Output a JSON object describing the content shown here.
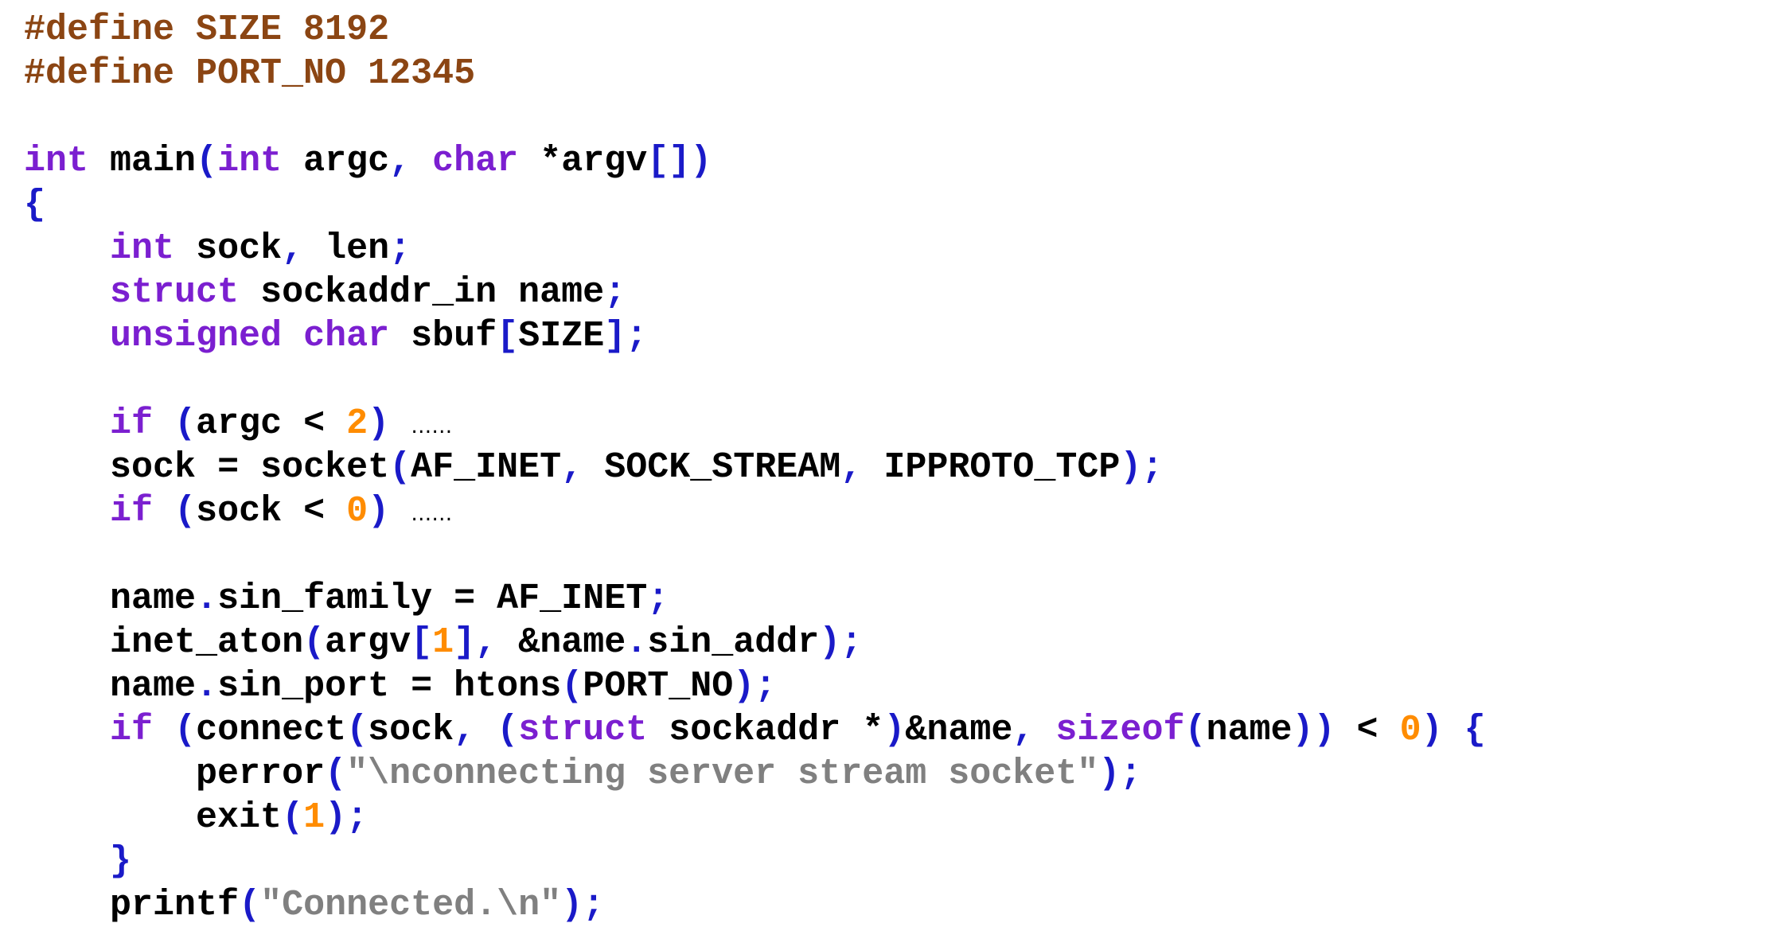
{
  "colors": {
    "pre": "#8B4513",
    "kw": "#7B1FD0",
    "num": "#FF8C00",
    "str": "#808080",
    "pun": "#1A1AC8",
    "text": "#000000",
    "background": "#ffffff"
  },
  "code_lines": [
    [
      [
        "pre",
        "#define SIZE 8192"
      ]
    ],
    [
      [
        "pre",
        "#define PORT_NO 12345"
      ]
    ],
    [],
    [
      [
        "kw",
        "int"
      ],
      [
        "ws",
        " "
      ],
      [
        "fn",
        "main"
      ],
      [
        "pun",
        "("
      ],
      [
        "kw",
        "int"
      ],
      [
        "ws",
        " "
      ],
      [
        "id",
        "argc"
      ],
      [
        "pun",
        ","
      ],
      [
        "ws",
        " "
      ],
      [
        "kw",
        "char"
      ],
      [
        "ws",
        " "
      ],
      [
        "op",
        "*"
      ],
      [
        "id",
        "argv"
      ],
      [
        "pun",
        "[])"
      ]
    ],
    [
      [
        "pun",
        "{"
      ]
    ],
    [
      [
        "ws",
        "    "
      ],
      [
        "kw",
        "int"
      ],
      [
        "ws",
        " "
      ],
      [
        "id",
        "sock"
      ],
      [
        "pun",
        ","
      ],
      [
        "ws",
        " "
      ],
      [
        "id",
        "len"
      ],
      [
        "pun",
        ";"
      ]
    ],
    [
      [
        "ws",
        "    "
      ],
      [
        "kw",
        "struct"
      ],
      [
        "ws",
        " "
      ],
      [
        "id",
        "sockaddr_in"
      ],
      [
        "ws",
        " "
      ],
      [
        "id",
        "name"
      ],
      [
        "pun",
        ";"
      ]
    ],
    [
      [
        "ws",
        "    "
      ],
      [
        "kw",
        "unsigned"
      ],
      [
        "ws",
        " "
      ],
      [
        "kw",
        "char"
      ],
      [
        "ws",
        " "
      ],
      [
        "id",
        "sbuf"
      ],
      [
        "pun",
        "["
      ],
      [
        "id",
        "SIZE"
      ],
      [
        "pun",
        "];"
      ]
    ],
    [],
    [
      [
        "ws",
        "    "
      ],
      [
        "kw",
        "if"
      ],
      [
        "ws",
        " "
      ],
      [
        "pun",
        "("
      ],
      [
        "id",
        "argc"
      ],
      [
        "ws",
        " "
      ],
      [
        "op",
        "<"
      ],
      [
        "ws",
        " "
      ],
      [
        "num",
        "2"
      ],
      [
        "pun",
        ")"
      ],
      [
        "ws",
        " "
      ],
      [
        "ell",
        "……"
      ]
    ],
    [
      [
        "ws",
        "    "
      ],
      [
        "id",
        "sock"
      ],
      [
        "ws",
        " "
      ],
      [
        "op",
        "="
      ],
      [
        "ws",
        " "
      ],
      [
        "fn",
        "socket"
      ],
      [
        "pun",
        "("
      ],
      [
        "id",
        "AF_INET"
      ],
      [
        "pun",
        ","
      ],
      [
        "ws",
        " "
      ],
      [
        "id",
        "SOCK_STREAM"
      ],
      [
        "pun",
        ","
      ],
      [
        "ws",
        " "
      ],
      [
        "id",
        "IPPROTO_TCP"
      ],
      [
        "pun",
        ");"
      ]
    ],
    [
      [
        "ws",
        "    "
      ],
      [
        "kw",
        "if"
      ],
      [
        "ws",
        " "
      ],
      [
        "pun",
        "("
      ],
      [
        "id",
        "sock"
      ],
      [
        "ws",
        " "
      ],
      [
        "op",
        "<"
      ],
      [
        "ws",
        " "
      ],
      [
        "num",
        "0"
      ],
      [
        "pun",
        ")"
      ],
      [
        "ws",
        " "
      ],
      [
        "ell",
        "……"
      ]
    ],
    [],
    [
      [
        "ws",
        "    "
      ],
      [
        "id",
        "name"
      ],
      [
        "pun",
        "."
      ],
      [
        "id",
        "sin_family"
      ],
      [
        "ws",
        " "
      ],
      [
        "op",
        "="
      ],
      [
        "ws",
        " "
      ],
      [
        "id",
        "AF_INET"
      ],
      [
        "pun",
        ";"
      ]
    ],
    [
      [
        "ws",
        "    "
      ],
      [
        "fn",
        "inet_aton"
      ],
      [
        "pun",
        "("
      ],
      [
        "id",
        "argv"
      ],
      [
        "pun",
        "["
      ],
      [
        "num",
        "1"
      ],
      [
        "pun",
        "],"
      ],
      [
        "ws",
        " "
      ],
      [
        "op",
        "&"
      ],
      [
        "id",
        "name"
      ],
      [
        "pun",
        "."
      ],
      [
        "id",
        "sin_addr"
      ],
      [
        "pun",
        ");"
      ]
    ],
    [
      [
        "ws",
        "    "
      ],
      [
        "id",
        "name"
      ],
      [
        "pun",
        "."
      ],
      [
        "id",
        "sin_port"
      ],
      [
        "ws",
        " "
      ],
      [
        "op",
        "="
      ],
      [
        "ws",
        " "
      ],
      [
        "fn",
        "htons"
      ],
      [
        "pun",
        "("
      ],
      [
        "id",
        "PORT_NO"
      ],
      [
        "pun",
        ");"
      ]
    ],
    [
      [
        "ws",
        "    "
      ],
      [
        "kw",
        "if"
      ],
      [
        "ws",
        " "
      ],
      [
        "pun",
        "("
      ],
      [
        "fn",
        "connect"
      ],
      [
        "pun",
        "("
      ],
      [
        "id",
        "sock"
      ],
      [
        "pun",
        ","
      ],
      [
        "ws",
        " "
      ],
      [
        "pun",
        "("
      ],
      [
        "kw",
        "struct"
      ],
      [
        "ws",
        " "
      ],
      [
        "id",
        "sockaddr"
      ],
      [
        "ws",
        " "
      ],
      [
        "op",
        "*"
      ],
      [
        "pun",
        ")"
      ],
      [
        "op",
        "&"
      ],
      [
        "id",
        "name"
      ],
      [
        "pun",
        ","
      ],
      [
        "ws",
        " "
      ],
      [
        "kw",
        "sizeof"
      ],
      [
        "pun",
        "("
      ],
      [
        "id",
        "name"
      ],
      [
        "pun",
        "))"
      ],
      [
        "ws",
        " "
      ],
      [
        "op",
        "<"
      ],
      [
        "ws",
        " "
      ],
      [
        "num",
        "0"
      ],
      [
        "pun",
        ")"
      ],
      [
        "ws",
        " "
      ],
      [
        "pun",
        "{"
      ]
    ],
    [
      [
        "ws",
        "        "
      ],
      [
        "fn",
        "perror"
      ],
      [
        "pun",
        "("
      ],
      [
        "str",
        "\"\\nconnecting server stream socket\""
      ],
      [
        "pun",
        ");"
      ]
    ],
    [
      [
        "ws",
        "        "
      ],
      [
        "fn",
        "exit"
      ],
      [
        "pun",
        "("
      ],
      [
        "num",
        "1"
      ],
      [
        "pun",
        ");"
      ]
    ],
    [
      [
        "ws",
        "    "
      ],
      [
        "pun",
        "}"
      ]
    ],
    [
      [
        "ws",
        "    "
      ],
      [
        "fn",
        "printf"
      ],
      [
        "pun",
        "("
      ],
      [
        "str",
        "\"Connected.\\n\""
      ],
      [
        "pun",
        ");"
      ]
    ]
  ]
}
